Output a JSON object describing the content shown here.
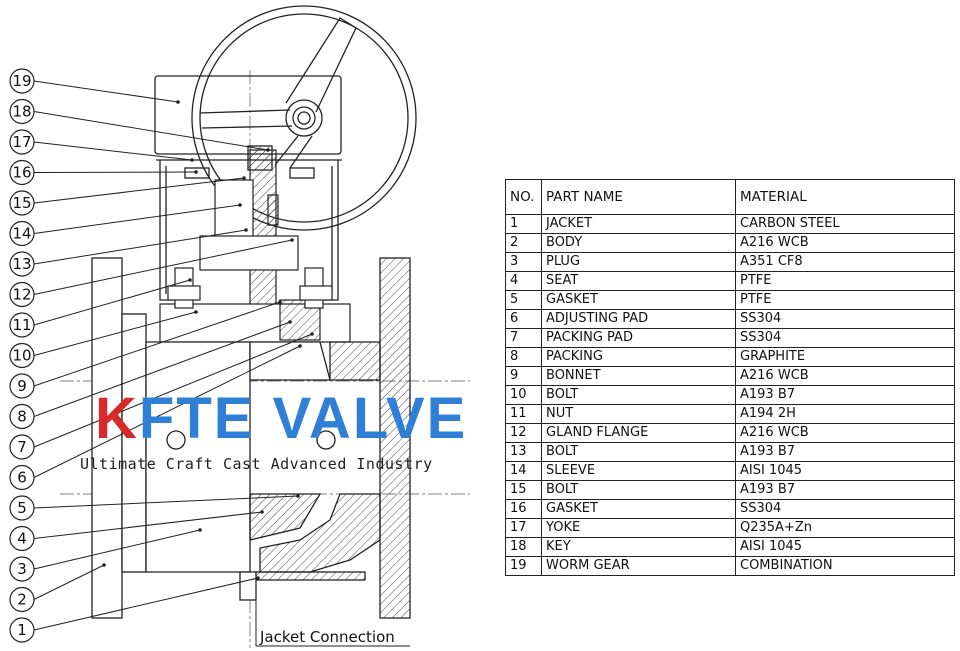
{
  "callouts": [
    "1",
    "2",
    "3",
    "4",
    "5",
    "6",
    "7",
    "8",
    "9",
    "10",
    "11",
    "12",
    "13",
    "14",
    "15",
    "16",
    "17",
    "18",
    "19"
  ],
  "watermark": {
    "brand": "KFTE VALVE",
    "brand_color": "#2f7fd6",
    "accent_color": "#d62b2b",
    "tagline": "Ultimate Craft Cast Advanced Industry"
  },
  "jacket_label": "Jacket Connection",
  "table": {
    "headers": [
      "NO.",
      "PART NAME",
      "MATERIAL"
    ],
    "rows": [
      {
        "no": "1",
        "part": "JACKET",
        "material": "CARBON STEEL"
      },
      {
        "no": "2",
        "part": "BODY",
        "material": "A216 WCB"
      },
      {
        "no": "3",
        "part": "PLUG",
        "material": "A351 CF8"
      },
      {
        "no": "4",
        "part": "SEAT",
        "material": "PTFE"
      },
      {
        "no": "5",
        "part": "GASKET",
        "material": "PTFE"
      },
      {
        "no": "6",
        "part": "ADJUSTING PAD",
        "material": "SS304"
      },
      {
        "no": "7",
        "part": "PACKING PAD",
        "material": "SS304"
      },
      {
        "no": "8",
        "part": "PACKING",
        "material": "GRAPHITE"
      },
      {
        "no": "9",
        "part": "BONNET",
        "material": "A216 WCB"
      },
      {
        "no": "10",
        "part": "BOLT",
        "material": "A193 B7"
      },
      {
        "no": "11",
        "part": "NUT",
        "material": "A194 2H"
      },
      {
        "no": "12",
        "part": "GLAND FLANGE",
        "material": "A216 WCB"
      },
      {
        "no": "13",
        "part": "BOLT",
        "material": "A193 B7"
      },
      {
        "no": "14",
        "part": "SLEEVE",
        "material": "AISI 1045"
      },
      {
        "no": "15",
        "part": "BOLT",
        "material": "A193 B7"
      },
      {
        "no": "16",
        "part": "GASKET",
        "material": "SS304"
      },
      {
        "no": "17",
        "part": "YOKE",
        "material": "Q235A+Zn"
      },
      {
        "no": "18",
        "part": "KEY",
        "material": "AISI 1045"
      },
      {
        "no": "19",
        "part": "WORM GEAR",
        "material": "COMBINATION"
      }
    ]
  }
}
